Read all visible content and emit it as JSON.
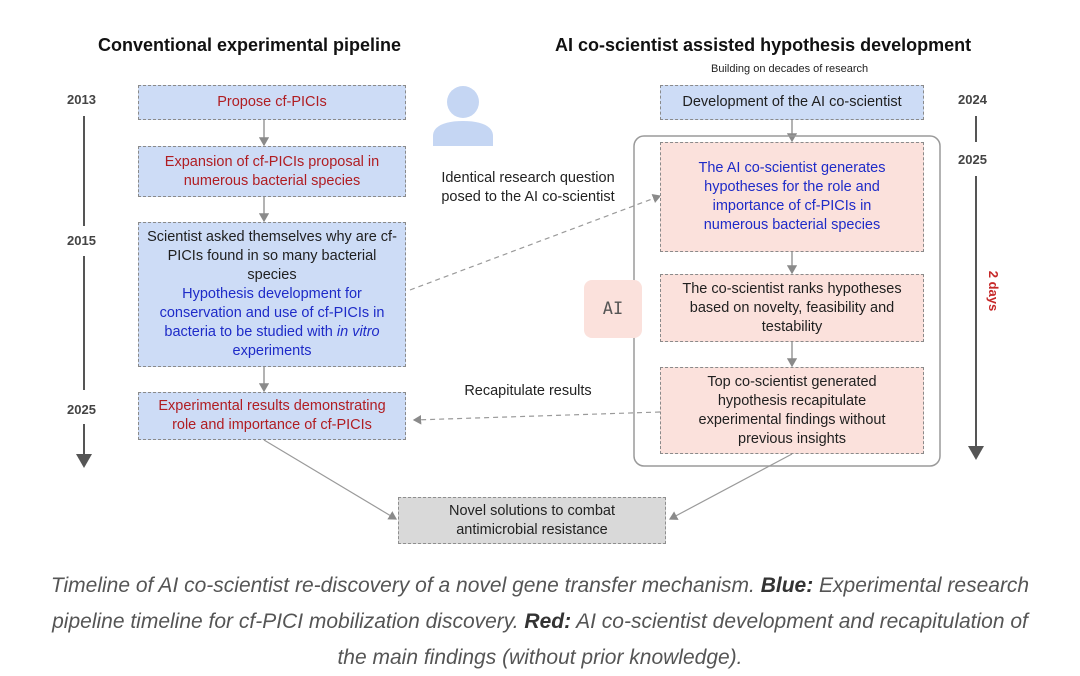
{
  "left_heading": "Conventional experimental pipeline",
  "right_heading": "AI co-scientist assisted hypothesis development",
  "right_subheading": "Building on decades of research",
  "years": {
    "l2013": "2013",
    "l2015": "2015",
    "l2025": "2025",
    "r2024": "2024",
    "r2025": "2025"
  },
  "duration_label": "2 days",
  "left_boxes": {
    "propose": "Propose cf-PICIs",
    "expansion": "Expansion of cf-PICIs proposal in numerous bacterial species",
    "scientist_q": "Scientist asked themselves why are cf-PICIs found in so many bacterial species",
    "hypothesis_a": "Hypothesis development for conservation and use of cf-PICIs in bacteria to be studied with ",
    "hypothesis_b": "in vitro",
    "hypothesis_c": " experiments",
    "results": "Experimental results demonstrating role and importance of cf-PICIs"
  },
  "right_boxes": {
    "development": "Development of the AI co-scientist",
    "generates": "The AI co-scientist generates hypotheses for the role and importance of cf-PICIs in numerous bacterial species",
    "ranks": "The co-scientist ranks hypotheses based on novelty, feasibility and testability",
    "top": "Top co-scientist generated hypothesis recapitulate experimental findings without previous insights"
  },
  "ai_badge": "AI",
  "labels": {
    "identical": "Identical research question posed to the AI co-scientist",
    "recapitulate": "Recapitulate results"
  },
  "bottom_box": "Novel solutions to combat antimicrobial resistance",
  "caption": {
    "part1": "Timeline of AI co-scientist re-discovery of a novel gene transfer mechanism. ",
    "blue_label": "Blue:",
    "part2": " Experimental research pipeline timeline for cf-PICI mobilization discovery. ",
    "red_label": "Red:",
    "part3": " AI co-scientist development and recapitulation of the main findings (without prior knowledge)."
  },
  "colors": {
    "blue_box": "#cddcf6",
    "pink_box": "#fbe1dc",
    "gray_box": "#d9d9d9",
    "red_text": "#b01d22",
    "blue_text": "#1e2bc8"
  },
  "icons": {
    "person": "person-icon"
  }
}
